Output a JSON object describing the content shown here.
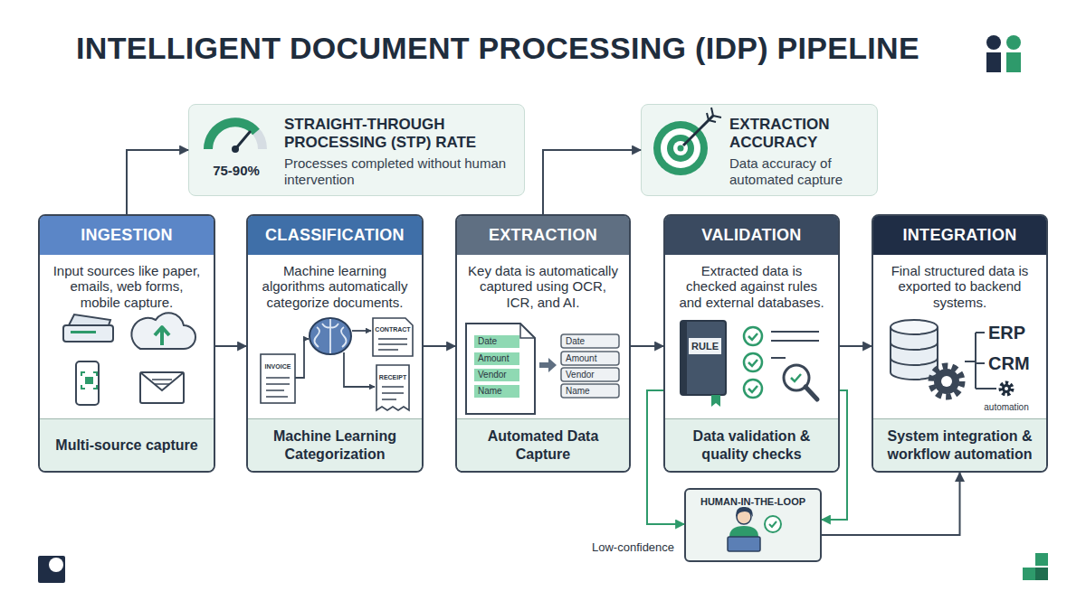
{
  "diagram": {
    "title": "INTELLIGENT DOCUMENT PROCESSING (IDP) PIPELINE",
    "nodes": [
      {
        "text": [
          "75-90%",
          "STRAIGHT-THROUGH PROCESSING (STP) RATE",
          "Processes completed without human intervention"
        ]
      },
      {
        "text": [
          "EXTRACTION ACCURACY",
          "Data accuracy of automated capture"
        ]
      },
      {
        "text": [
          "INGESTION",
          "Input sources like paper, emails, web forms, mobile capture.",
          "Multi-source capture"
        ]
      },
      {
        "text": [
          "CLASSIFICATION",
          "Machine learning algorithms automatically categorize documents.",
          "Machine Learning Categorization"
        ]
      },
      {
        "text": [
          "EXTRACTION",
          "Key data is automatically captured using OCR, ICR, and AI.",
          "Automated Data Capture"
        ]
      },
      {
        "text": [
          "VALIDATION",
          "Extracted data is checked against rules and external databases.",
          "Data validation & quality checks"
        ]
      },
      {
        "text": [
          "INTEGRATION",
          "Final structured data is exported to backend systems.",
          "System integration & workflow automation"
        ]
      },
      {
        "text": [
          "HUMAN-IN-THE-LOOP"
        ]
      }
    ],
    "edges": [
      {
        "from": 2,
        "to": 3,
        "arrow": "to"
      },
      {
        "from": 3,
        "to": 4,
        "arrow": "to"
      },
      {
        "from": 4,
        "to": 5,
        "arrow": "to"
      },
      {
        "from": 5,
        "to": 6,
        "arrow": "to"
      },
      {
        "from": 2,
        "to": 0,
        "arrow": "to"
      },
      {
        "from": 4,
        "to": 1,
        "arrow": "to"
      },
      {
        "from": 5,
        "to": 7,
        "label": "Low-confidence",
        "arrow": "to"
      },
      {
        "from": 5,
        "to": 7,
        "arrow": "to"
      },
      {
        "from": 7,
        "to": 6,
        "arrow": "to"
      }
    ],
    "labels": [
      "CONTRACT",
      "INVOICE",
      "RECEIPT",
      "Date",
      "Amount",
      "Vendor",
      "Name",
      "Date",
      "Amount",
      "Vendor",
      "Name",
      "RULE",
      "ERP",
      "CRM",
      "automation"
    ]
  }
}
